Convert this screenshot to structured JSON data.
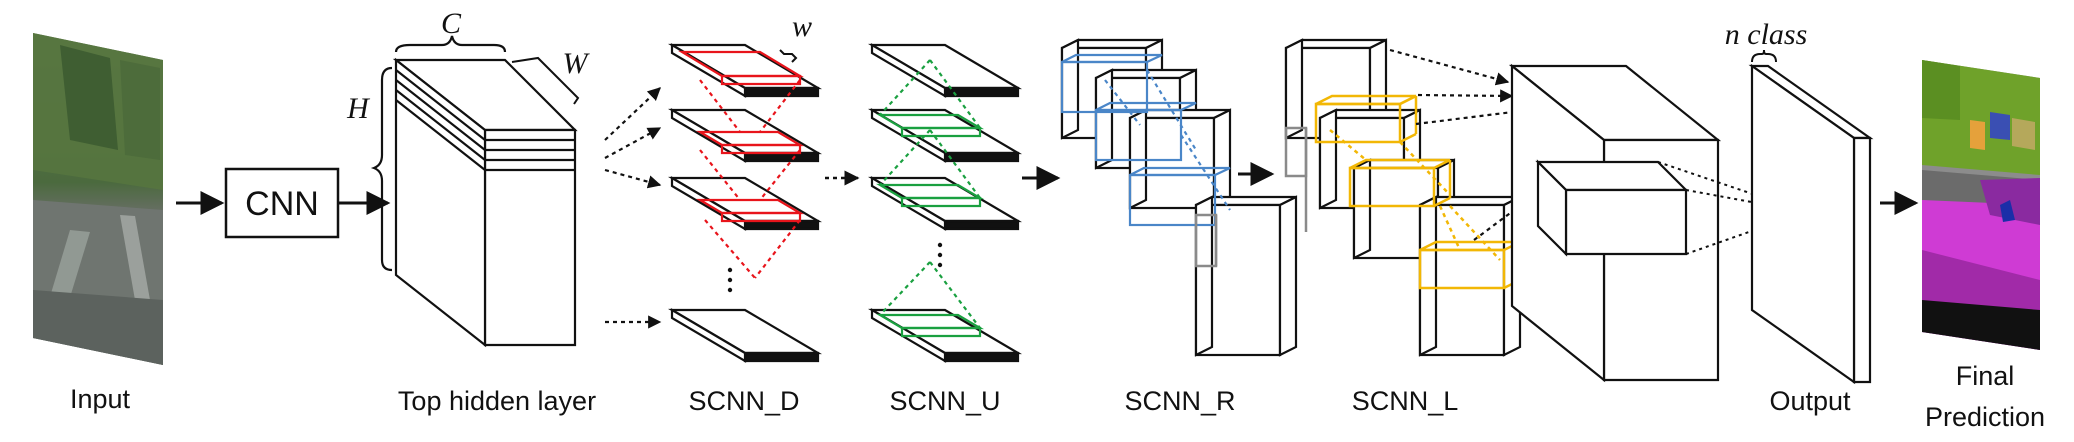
{
  "labels": {
    "input": "Input",
    "cnn": "CNN",
    "top_hidden": "Top hidden layer",
    "scnn_d": "SCNN_D",
    "scnn_u": "SCNN_U",
    "scnn_r": "SCNN_R",
    "scnn_l": "SCNN_L",
    "output": "Output",
    "final_1": "Final",
    "final_2": "Prediction"
  },
  "symbols": {
    "c": "C",
    "w_big": "W",
    "h": "H",
    "w_small": "w",
    "n_class": "n class"
  },
  "colors": {
    "stroke": "#111111",
    "down_slice": "#e8141b",
    "up_slice": "#1aa040",
    "right_slice": "#4a86c8",
    "left_slice": "#f2b705",
    "gray_slice": "#8a8a8a"
  },
  "icons": {
    "input_image": "road-scene-photo",
    "prediction_image": "segmentation-map"
  }
}
